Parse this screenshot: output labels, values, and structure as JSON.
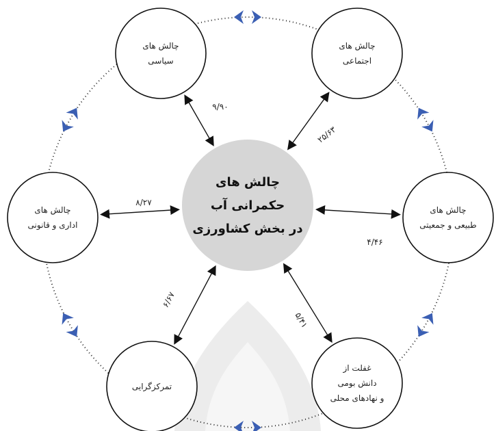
{
  "center": {
    "lines": [
      "چالش های",
      "حکمرانی آب",
      "در بخش کشاورزی"
    ]
  },
  "nodes": [
    {
      "id": "political",
      "lines": [
        "چالش های",
        "سیاسی"
      ]
    },
    {
      "id": "social",
      "lines": [
        "چالش های",
        "اجتماعی"
      ]
    },
    {
      "id": "natural",
      "lines": [
        "چالش های",
        "طبیعی و جمعیتی"
      ]
    },
    {
      "id": "local-knowledge",
      "lines": [
        "غفلت از",
        "دانش بومی",
        "و نهادهای محلی"
      ]
    },
    {
      "id": "centralization",
      "lines": [
        "تمرکزگرایی"
      ]
    },
    {
      "id": "administrative",
      "lines": [
        "چالش های",
        "اداری و قانونی"
      ]
    }
  ],
  "weights": {
    "political": "۹/۹۰",
    "social": "۲۵/۶۳",
    "natural": "۴/۴۶",
    "local-knowledge": "۵/۴۱",
    "centralization": "۶/۶۷",
    "administrative": "۸/۲۷"
  },
  "colors": {
    "center_fill": "#d6d6d6",
    "node_stroke": "#111111",
    "ring_dots": "#222222",
    "chevron_fill": "#3b5fb3",
    "chevron_light": "#8fa8dd",
    "watermark": "#e6e6e6"
  }
}
